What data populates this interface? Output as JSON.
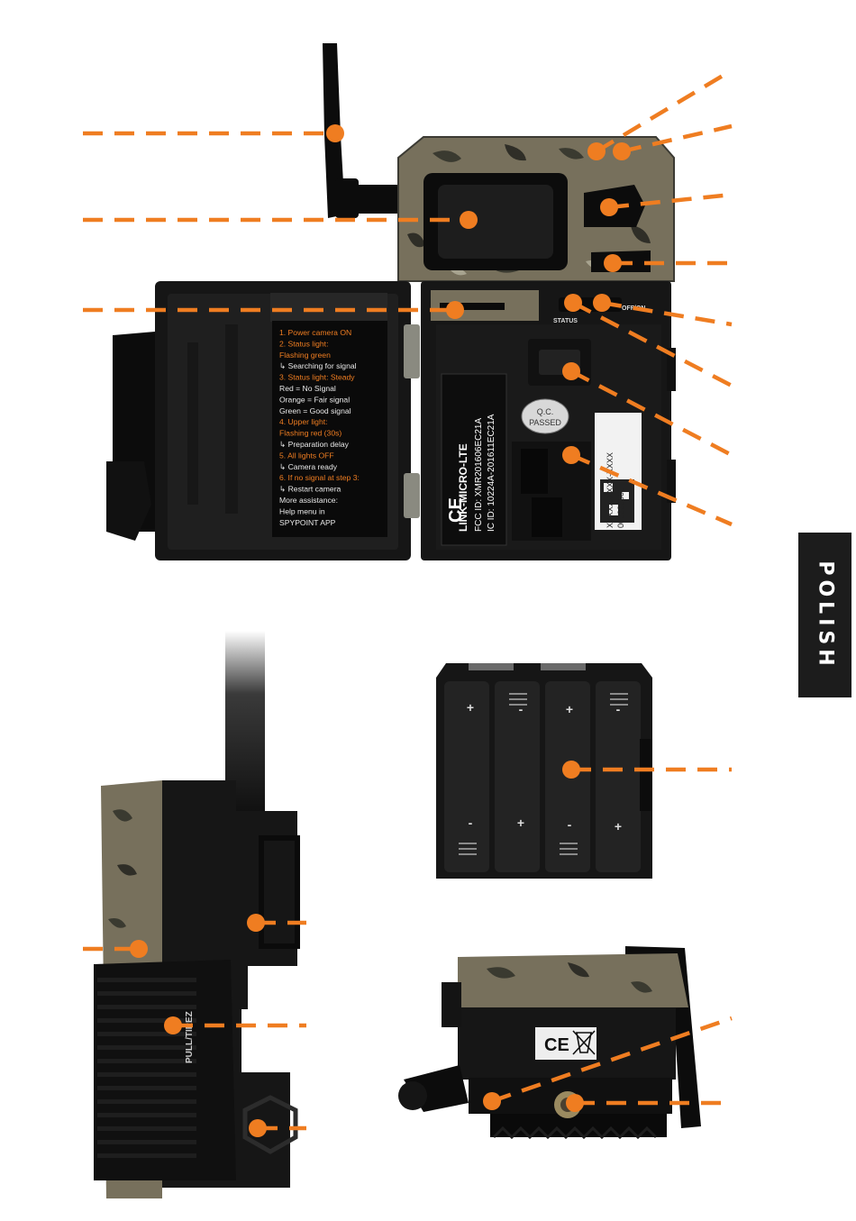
{
  "side_tab": {
    "label": "POLISH"
  },
  "colors": {
    "accent": "#ef7d21",
    "tab_bg": "#1c1c1c",
    "camo": "#77705c"
  },
  "instructions": {
    "lines": [
      {
        "num": "1.",
        "text": "Power camera ON",
        "accent": true
      },
      {
        "num": "2.",
        "text": "Status light:",
        "accent": true
      },
      {
        "num": "",
        "text": "Flashing green",
        "accent": true
      },
      {
        "num": "↳",
        "text": "Searching for signal",
        "accent": false
      },
      {
        "num": "3.",
        "text": "Status light: Steady",
        "accent": true
      },
      {
        "num": "",
        "text": "Red = No Signal",
        "accent": false
      },
      {
        "num": "",
        "text": "Orange = Fair signal",
        "accent": false
      },
      {
        "num": "",
        "text": "Green = Good signal",
        "accent": false
      },
      {
        "num": "4.",
        "text": "Upper light:",
        "accent": true
      },
      {
        "num": "",
        "text": "Flashing red (30s)",
        "accent": true
      },
      {
        "num": "↳",
        "text": "Preparation delay",
        "accent": false
      },
      {
        "num": "5.",
        "text": "All lights OFF",
        "accent": true
      },
      {
        "num": "↳",
        "text": "Camera ready",
        "accent": false
      },
      {
        "num": "6.",
        "text": "If no signal at step 3:",
        "accent": true
      },
      {
        "num": "↳",
        "text": "Restart camera",
        "accent": false
      },
      {
        "num": "",
        "text": "More assistance:",
        "accent": false
      },
      {
        "num": "",
        "text": "Help menu in",
        "accent": false
      },
      {
        "num": "",
        "text": "SPYPOINT APP",
        "accent": false
      }
    ]
  },
  "device_label": {
    "model": "LINK-MICRO-LTE",
    "fcc": "FCC ID: XMR201606EC21A",
    "ic": "IC ID: 10224A-201611EC21A",
    "ce_mark": "CE"
  },
  "qc_badge": {
    "line1": "Q.C.",
    "line2": "PASSED"
  },
  "serial_sticker": {
    "line1": "XXXXX-XXXX-XXXX",
    "line2": "000000000"
  },
  "switch_labels": {
    "status": "STATUS",
    "off_on": "OFF/ON"
  },
  "side_view": {
    "pull_label": "PULL/TIREZ"
  },
  "bottom_view": {
    "ce_mark": "CE"
  },
  "battery_signs": {
    "plus": "+",
    "minus": "-"
  }
}
